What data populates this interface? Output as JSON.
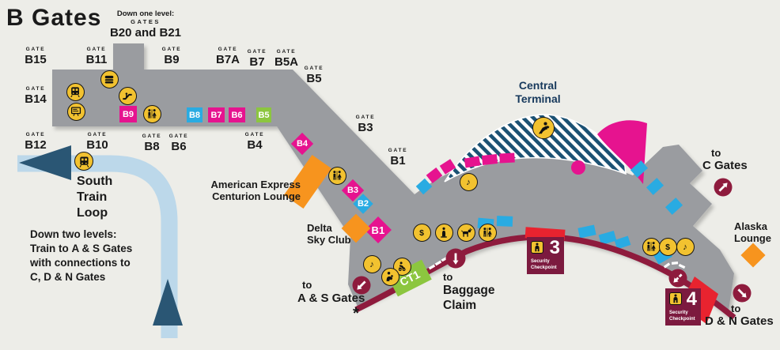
{
  "title": "B Gates",
  "labels": {
    "gate": "GATE",
    "asterisk": "*"
  },
  "down_one_level": {
    "line1": "Down one level:",
    "line2": "GATES",
    "line3": "B20 and B21"
  },
  "gates": {
    "b15": "B15",
    "b14": "B14",
    "b12": "B12",
    "b11": "B11",
    "b10": "B10",
    "b9": "B9",
    "b8": "B8",
    "b7a": "B7A",
    "b7": "B7",
    "b6": "B6",
    "b5a": "B5A",
    "b5": "B5",
    "b4": "B4",
    "b3": "B3",
    "b1": "B1"
  },
  "retail_blocks": {
    "b9": "B9",
    "b8": "B8",
    "b7": "B7",
    "b6": "B6",
    "b5": "B5",
    "b4": "B4",
    "b3": "B3",
    "b2": "B2",
    "b1": "B1",
    "ct1": "CT1"
  },
  "train": {
    "loop_line1": "South",
    "loop_line2": "Train",
    "loop_line3": "Loop",
    "note_line1": "Down two levels:",
    "note_line2_prefix": "Train to ",
    "note_line2_bold": "A & S Gates",
    "note_line3": "with connections to",
    "note_line4": "C, D & N Gates"
  },
  "central_terminal": {
    "line1": "Central",
    "line2": "Terminal"
  },
  "lounges": {
    "amex_line1": "American Express",
    "amex_line2": "Centurion Lounge",
    "delta_line1": "Delta",
    "delta_line2": "Sky Club",
    "alaska_line1": "Alaska",
    "alaska_line2": "Lounge"
  },
  "directions": {
    "to": "to",
    "c_gates": "C Gates",
    "dn_gates": "D & N Gates",
    "as_gates": "A & S Gates",
    "baggage_line1": "Baggage",
    "baggage_line2": "Claim"
  },
  "security": {
    "label_line1": "Security",
    "label_line2": "Checkpoint",
    "cp3": "3",
    "cp4": "4"
  },
  "icons": {
    "currency_glyph": "$",
    "music_glyph": "♪"
  },
  "colors": {
    "background": "#EDEDE8",
    "concourse_gray": "#9A9CA0",
    "retail_magenta": "#E6138F",
    "retail_cyan": "#29ABE2",
    "retail_green": "#8CC63F",
    "lounge_orange": "#F7941E",
    "security_maroon": "#8E1B3D",
    "checkpoint_plum": "#7C1A3F",
    "alert_red": "#E8232F",
    "hatch_navy": "#1B5173",
    "train_loop_blue": "#BCD8EA",
    "arrow_navy": "#2A5674",
    "icon_yellow": "#F2C230",
    "terminal_text_navy": "#17395C"
  }
}
